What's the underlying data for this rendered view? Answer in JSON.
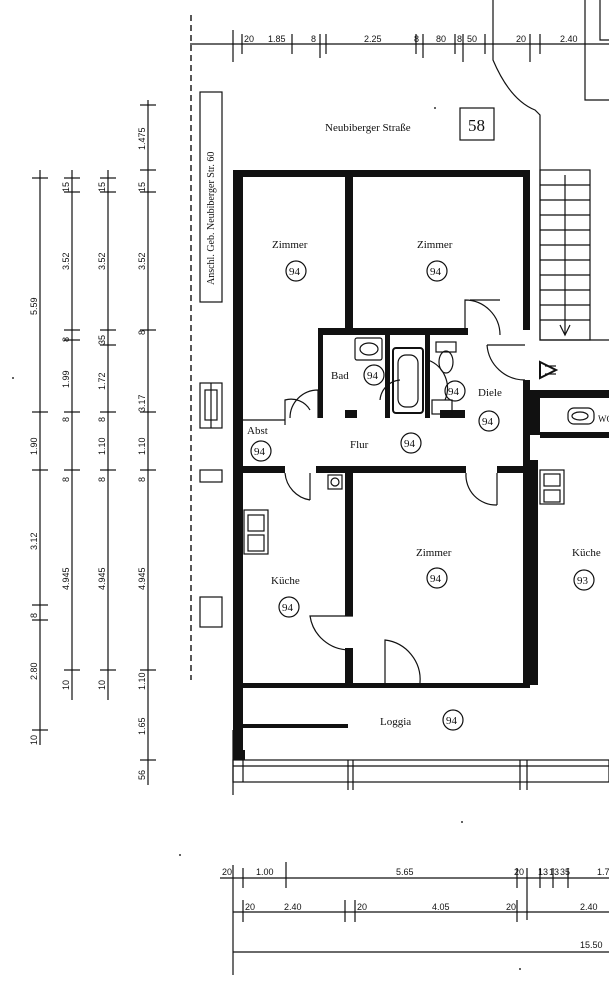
{
  "street": {
    "name": "Neubiberger Straße",
    "house_number": "58",
    "adjacent_building": "Anschl. Geb. Neubiberger Str. 60"
  },
  "rooms": [
    {
      "id": "zimmer-1",
      "label": "Zimmer",
      "number": "94"
    },
    {
      "id": "zimmer-2",
      "label": "Zimmer",
      "number": "94"
    },
    {
      "id": "bad",
      "label": "Bad",
      "number": "94"
    },
    {
      "id": "wc",
      "label": "",
      "number": "94"
    },
    {
      "id": "diele",
      "label": "Diele",
      "number": "94"
    },
    {
      "id": "abst",
      "label": "Abst",
      "number": "94"
    },
    {
      "id": "flur",
      "label": "Flur",
      "number": "94"
    },
    {
      "id": "zimmer-3",
      "label": "Zimmer",
      "number": "94"
    },
    {
      "id": "kueche",
      "label": "Küche",
      "number": "94"
    },
    {
      "id": "loggia",
      "label": "Loggia",
      "number": "94"
    },
    {
      "id": "kueche-neighbor",
      "label": "Küche",
      "number": "93"
    },
    {
      "id": "wc-neighbor",
      "label": "WC",
      "number": ""
    }
  ],
  "dimensions": {
    "top": [
      "20",
      "1.85",
      "8",
      "2.25",
      "8",
      "80",
      "8",
      "50",
      "20",
      "2.40"
    ],
    "left_col1": [
      "5.59",
      "1.90",
      "3.12",
      "8",
      "2.80",
      "10"
    ],
    "left_col2": [
      "15",
      "3.52",
      "8",
      "1.99",
      "8",
      "8",
      "4.945",
      "10"
    ],
    "left_col3": [
      "15",
      "3.52",
      "35",
      "1.72",
      "8",
      "1.10",
      "8",
      "4.945",
      "10"
    ],
    "left_col4": [
      "1.475",
      "15",
      "3.52",
      "8",
      "3.17",
      "1.10",
      "8",
      "4.945",
      "1.10",
      "1.65",
      "56"
    ],
    "bottom_row1": [
      "20",
      "1.00",
      "5.65",
      "20",
      "13",
      "13",
      "35",
      "1.7"
    ],
    "bottom_row2": [
      "20",
      "2.40",
      "20",
      "4.05",
      "20",
      "2.40"
    ],
    "bottom_total": "15.50"
  }
}
